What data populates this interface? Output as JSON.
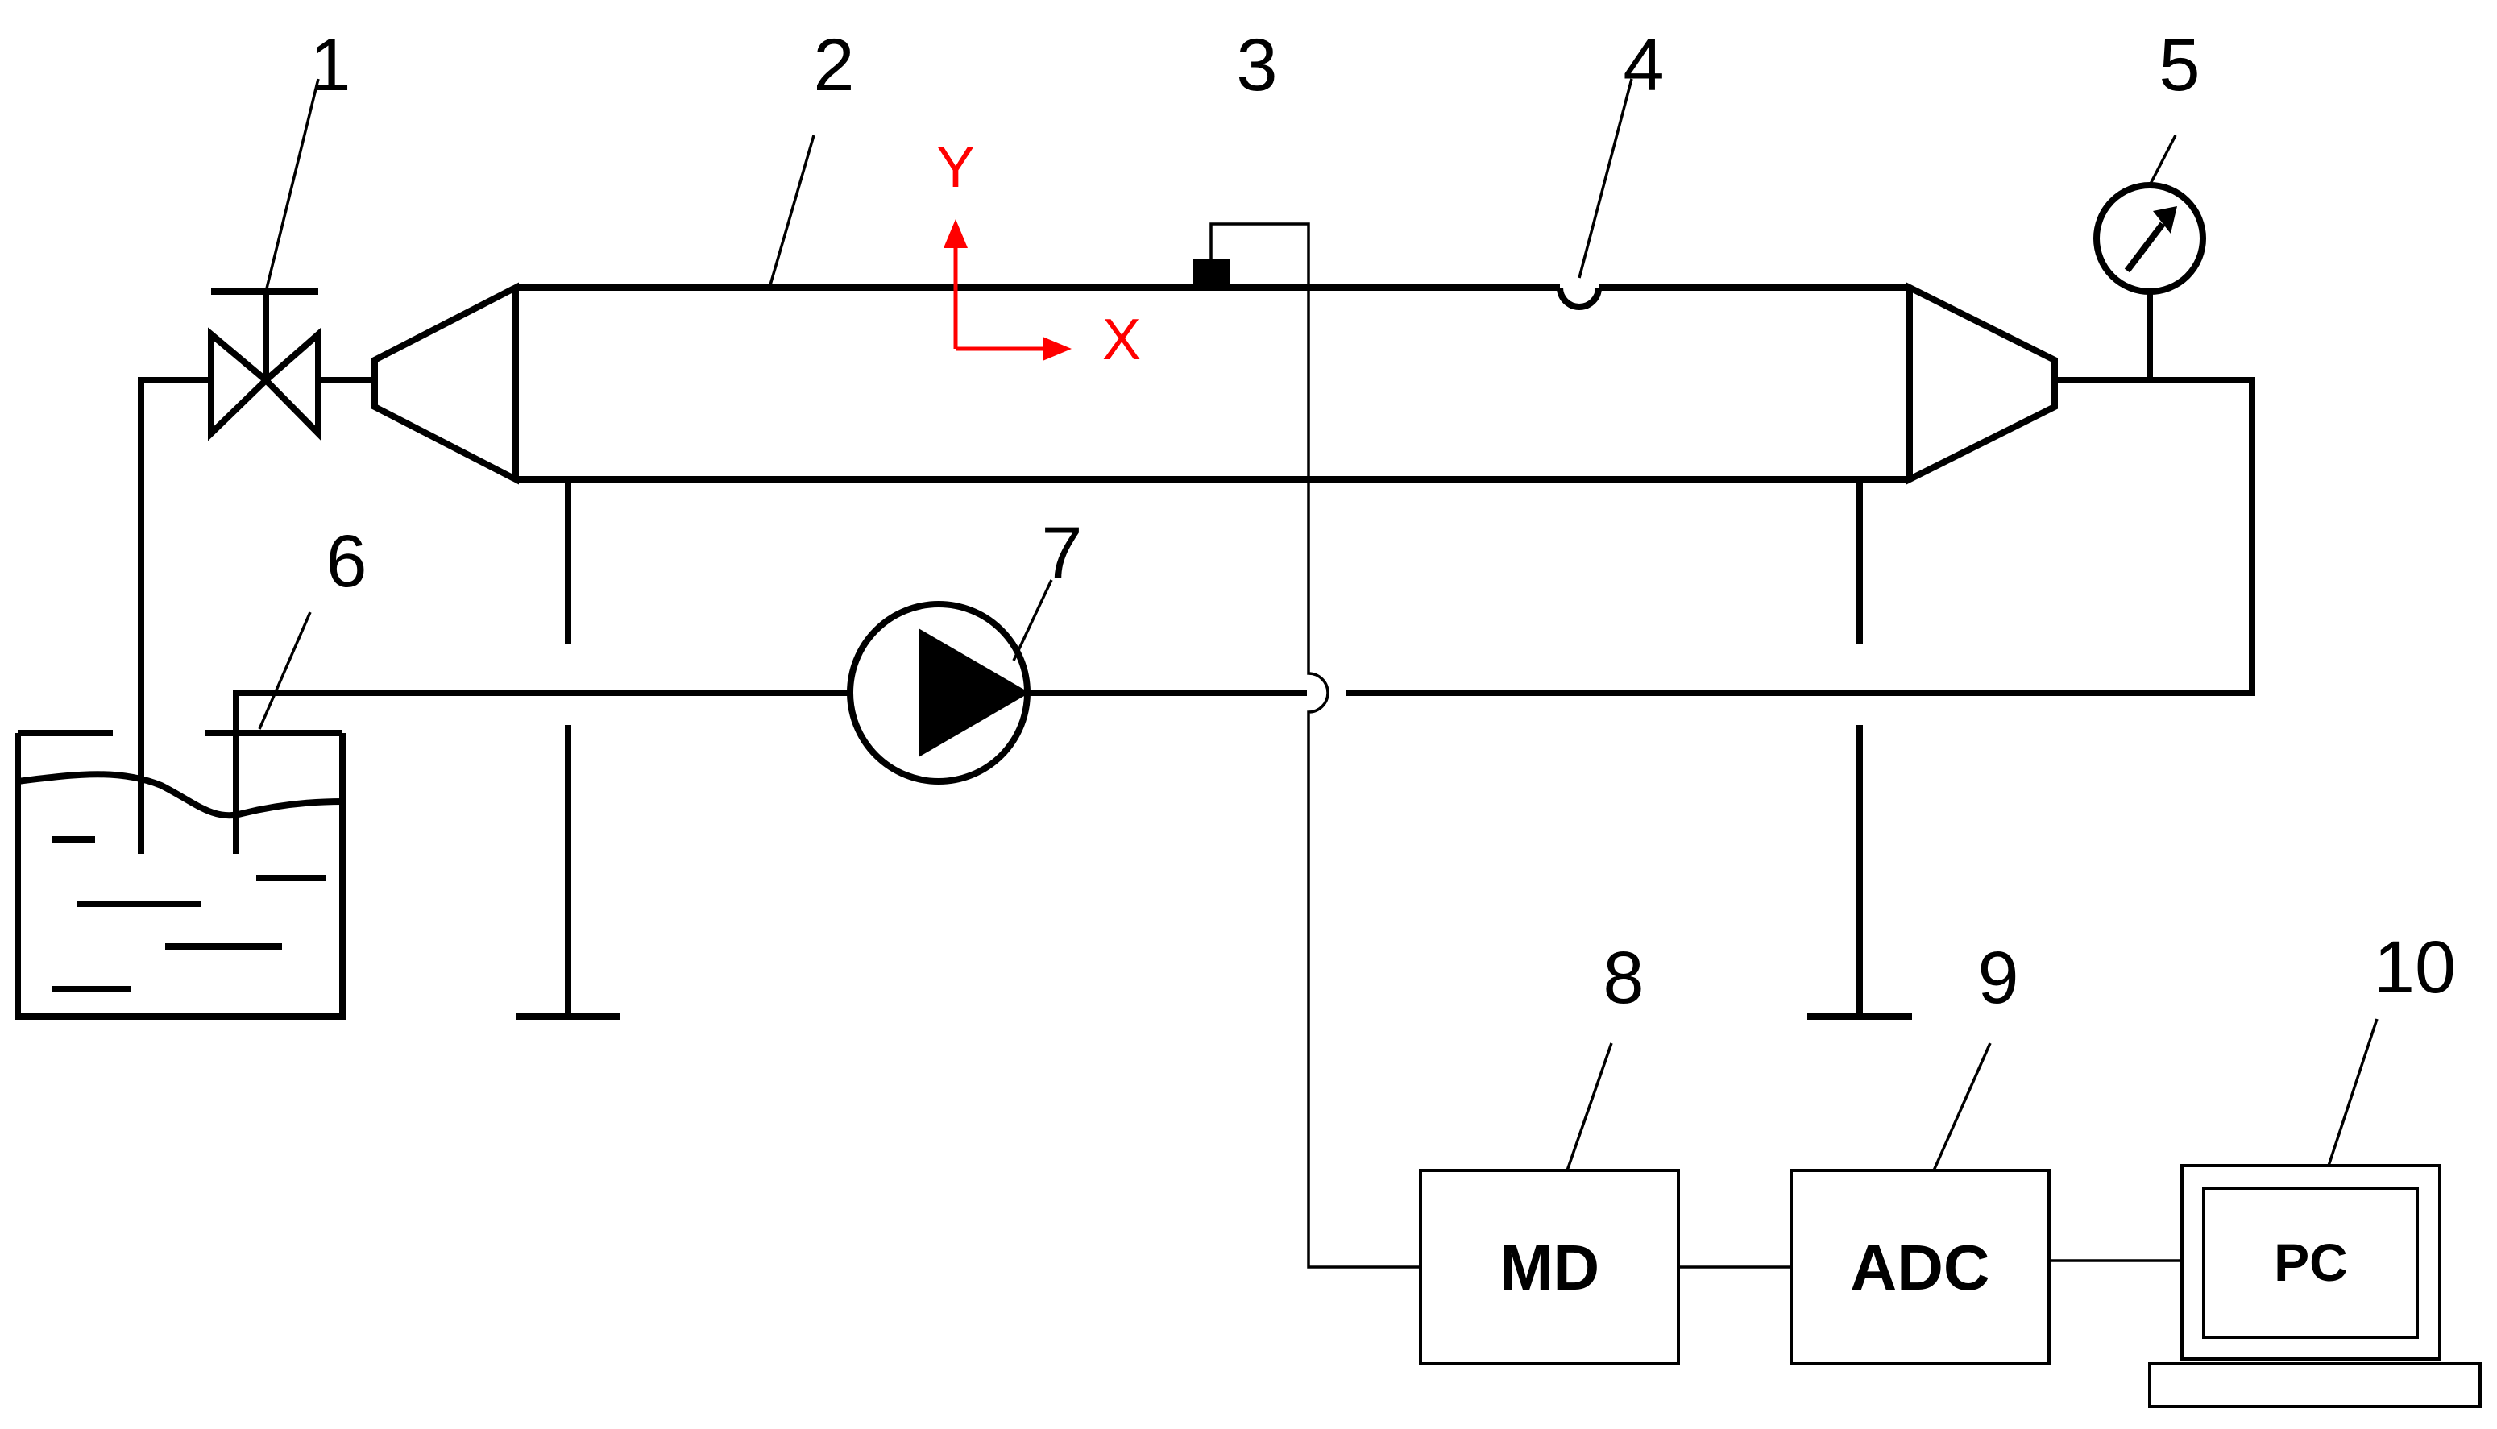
{
  "labels": {
    "n1": "1",
    "n2": "2",
    "n3": "3",
    "n4": "4",
    "n5": "5",
    "n6": "6",
    "n7": "7",
    "n8": "8",
    "n9": "9",
    "n10": "10"
  },
  "axes": {
    "x": "X",
    "y": "Y"
  },
  "blocks": {
    "md": "MD",
    "adc": "ADC",
    "pc": "PC"
  },
  "colors": {
    "axis": "#ff0000",
    "line": "#000000",
    "background": "#ffffff"
  }
}
